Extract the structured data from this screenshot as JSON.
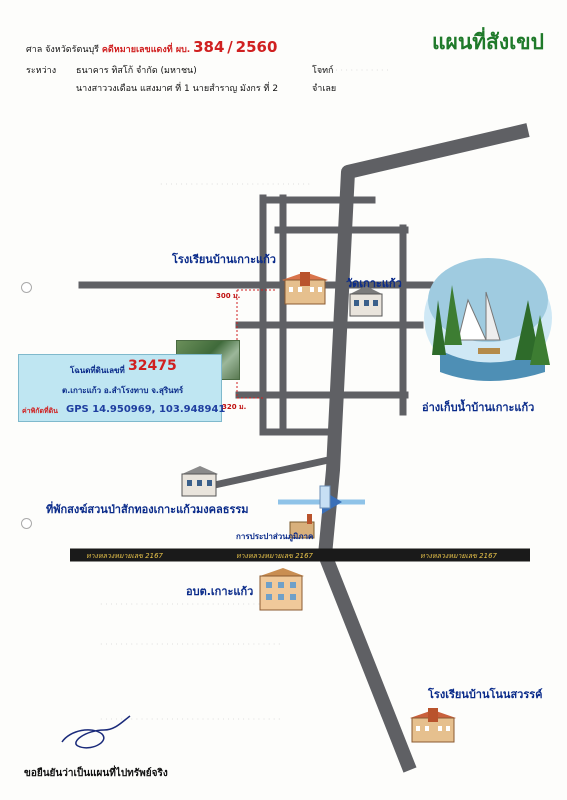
{
  "header": {
    "court_label": "ศาล จังหวัดรัตนบุรี",
    "case_label": "คดีหมายเลขแดงที่ ผบ.",
    "case_number": "384",
    "case_year": "2560",
    "between_label": "ระหว่าง",
    "plaintiff": "ธนาคาร ทิสโก้ จำกัด (มหาชน)",
    "plaintiff_role": "โจทก์",
    "defendants": "นางสาววงเดือน แสงมาศ ที่ 1 นายสำราญ มังกร ที่ 2",
    "defendant_role": "จำเลย"
  },
  "title": "แผนที่สังเขป",
  "map": {
    "labels": {
      "school_top": "โรงเรียนบ้านเกาะแก้ว",
      "temple": "วัดเกาะแก้ว",
      "reservoir": "อ่างเก็บน้ำบ้านเกาะแก้ว",
      "monk_camp": "ที่พักสงฆ์สวนป่าสักทองเกาะแก้วมงคลธรรม",
      "waterworks": "การประปาส่วนภูมิภาค",
      "sao_office": "อบต.เกาะแก้ว",
      "school_bottom": "โรงเรียนบ้านโนนสวรรค์"
    },
    "distances": {
      "north_offset": "300 ม.",
      "east_offset": "320 ม."
    },
    "highway_labels": [
      "ทางหลวงหมายเลข 2167",
      "ทางหลวงหมายเลข 2167",
      "ทางหลวงหมายเลข 2167"
    ]
  },
  "property": {
    "title_deed_label": "โฉนดที่ดินเลขที่",
    "title_deed_number": "32475",
    "location": "ต.เกาะแก้ว อ.สำโรงทาบ จ.สุรินทร์",
    "coord_label": "ค่าพิกัดที่ดิน",
    "gps": "GPS 14.950969, 103.948941"
  },
  "footer": {
    "certify": "ขอยืนยันว่าเป็นแผนที่ไปทรัพย์จริง"
  },
  "colors": {
    "road": "#5f6064",
    "highway": "#1a1a1a",
    "title_green": "#1f7a2a",
    "label_blue": "#0a2b8a",
    "accent_red": "#d02020",
    "info_box": "#bfe6f2"
  }
}
